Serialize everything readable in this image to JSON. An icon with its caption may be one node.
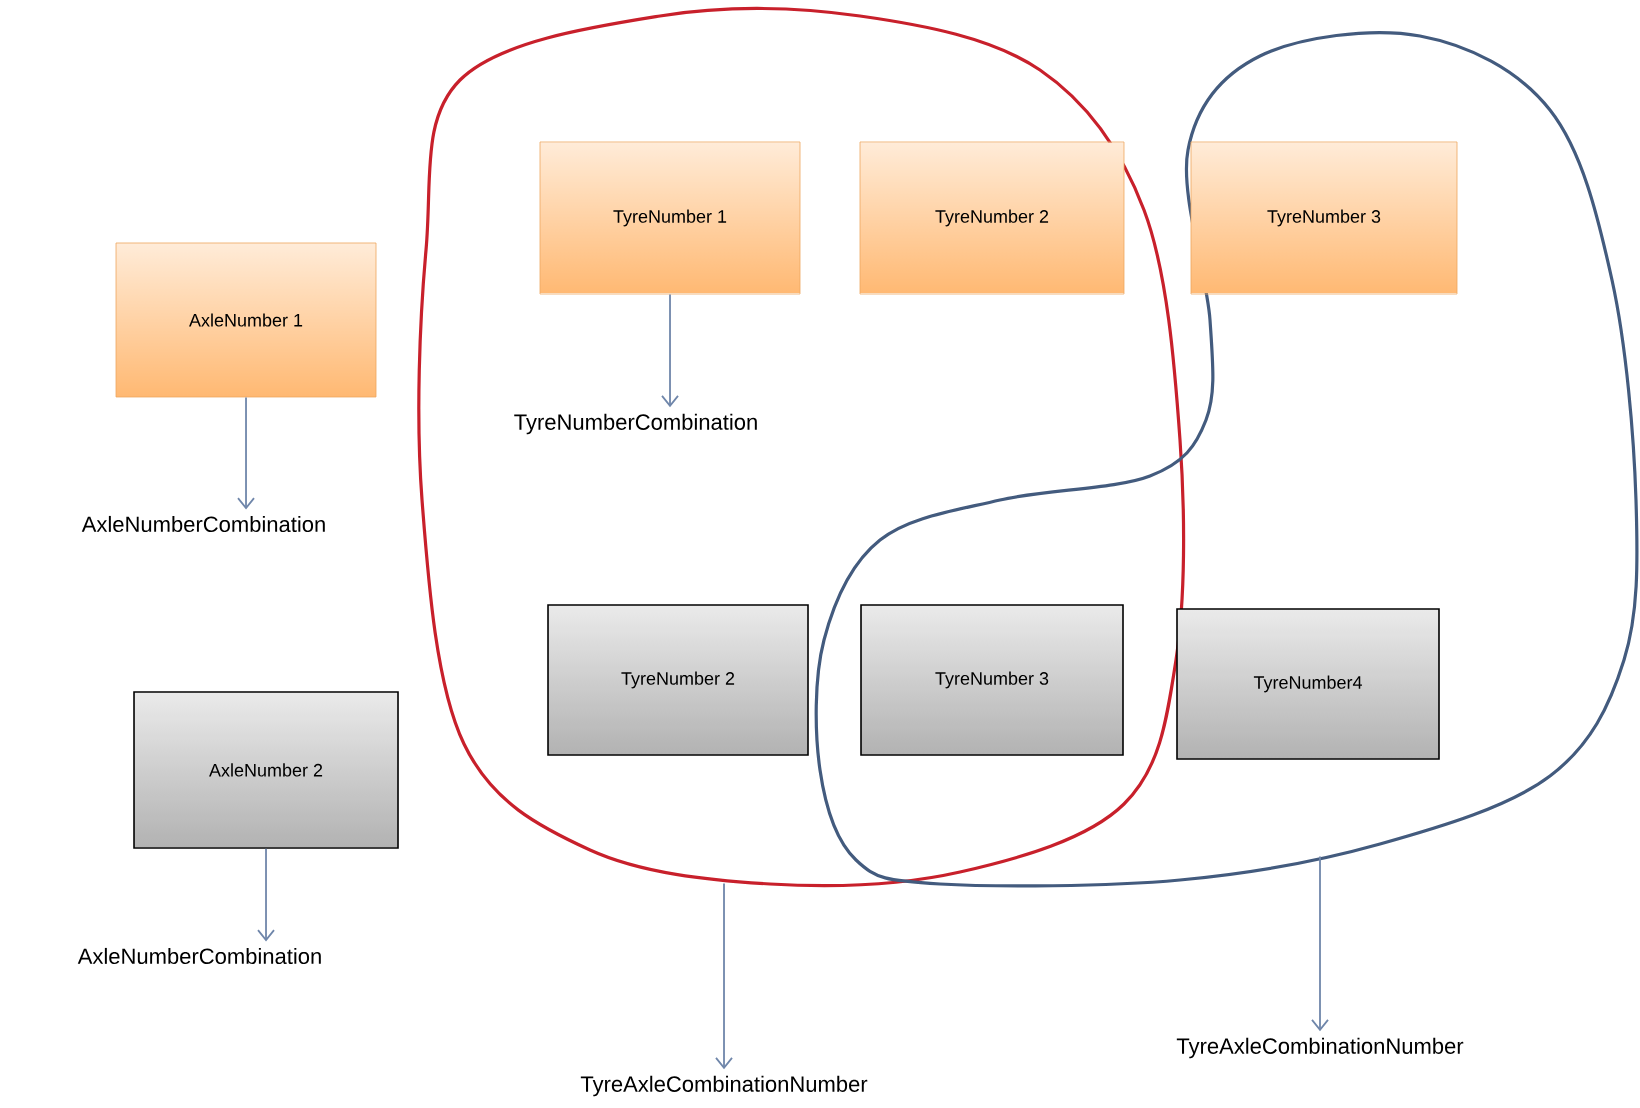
{
  "diagram": {
    "nodes": [
      {
        "text": [
          "AxleNumber 1"
        ]
      },
      {
        "text": [
          "AxleNumberCombination"
        ]
      },
      {
        "text": [
          "AxleNumber 2"
        ]
      },
      {
        "text": [
          "AxleNumberCombination"
        ]
      },
      {
        "text": [],
        "shape": "loop"
      },
      {
        "text": [
          "TyreNumber 1"
        ],
        "in": 4
      },
      {
        "text": [
          "TyreNumberCombination"
        ],
        "in": 4
      },
      {
        "text": [
          "TyreNumber 2"
        ],
        "in": 4
      },
      {
        "text": [],
        "shape": "loop"
      },
      {
        "text": [
          "TyreNumber 3"
        ],
        "in": 8
      },
      {
        "text": [
          "TyreNumber 2"
        ],
        "in": 4
      },
      {
        "text": [
          "TyreNumber 3"
        ]
      },
      {
        "text": [
          "TyreNumber4"
        ],
        "in": 8
      },
      {
        "text": [
          "TyreAxleCombinationNumber"
        ]
      },
      {
        "text": [
          "TyreAxleCombinationNumber"
        ]
      }
    ],
    "edges": [
      {
        "from": 0,
        "to": 1,
        "arrow": "to"
      },
      {
        "from": 2,
        "to": 3,
        "arrow": "to"
      },
      {
        "from": 5,
        "to": 6,
        "arrow": "to"
      },
      {
        "from": 4,
        "to": 13,
        "arrow": "to"
      },
      {
        "from": 8,
        "to": 14,
        "arrow": "to"
      }
    ]
  }
}
